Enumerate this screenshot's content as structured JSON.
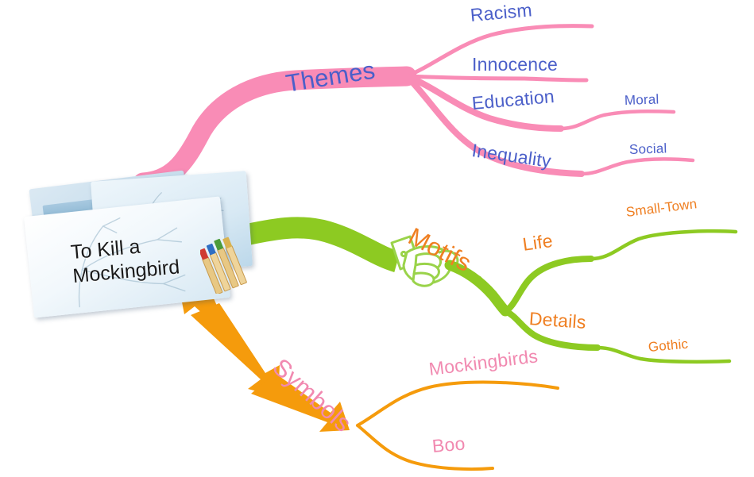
{
  "document": {
    "type": "mind-map",
    "title": "To Kill a Mockingbird"
  },
  "central_node": {
    "title_line_1": "To Kill a",
    "title_line_2": "Mockingbird",
    "icon": "paper-stack-with-pencils"
  },
  "colors": {
    "branch_themes": "#f98cb6",
    "branch_motifs": "#8dca22",
    "branch_symbols": "#f59b0c",
    "text_blue": "#4b5fc9",
    "text_orange": "#ef7f22",
    "text_pink": "#f189b0",
    "title_text": "#1a1a1a",
    "paper": "#dbe9f3",
    "background": "#ffffff"
  },
  "branches": [
    {
      "id": "themes",
      "label": "Themes",
      "branch_color": "#f98cb6",
      "label_color": "#4b5fc9",
      "children": [
        {
          "label": "Racism",
          "children": []
        },
        {
          "label": "Innocence",
          "children": []
        },
        {
          "label": "Education",
          "children": [
            {
              "label": "Moral"
            }
          ]
        },
        {
          "label": "Inequality",
          "children": [
            {
              "label": "Social"
            }
          ]
        }
      ]
    },
    {
      "id": "motifs",
      "label": "Motifs",
      "branch_color": "#8dca22",
      "label_color": "#ef7f22",
      "decoration": "hand-holding-branch",
      "children": [
        {
          "label": "Life",
          "children": [
            {
              "label": "Small-Town"
            }
          ]
        },
        {
          "label": "Details",
          "children": [
            {
              "label": "Gothic"
            }
          ]
        }
      ]
    },
    {
      "id": "symbols",
      "label": "Symbols",
      "branch_color": "#f59b0c",
      "label_color": "#f189b0",
      "style": "chevron-arrows",
      "children": [
        {
          "label": "Mockingbirds",
          "children": []
        },
        {
          "label": "Boo",
          "children": []
        }
      ]
    }
  ],
  "labels": {
    "themes": "Themes",
    "racism": "Racism",
    "innocence": "Innocence",
    "education": "Education",
    "moral": "Moral",
    "inequality": "Inequality",
    "social": "Social",
    "motifs": "Motifs",
    "life": "Life",
    "small_town": "Small-Town",
    "details": "Details",
    "gothic": "Gothic",
    "symbols": "Symbols",
    "mockingbirds": "Mockingbirds",
    "boo": "Boo"
  }
}
